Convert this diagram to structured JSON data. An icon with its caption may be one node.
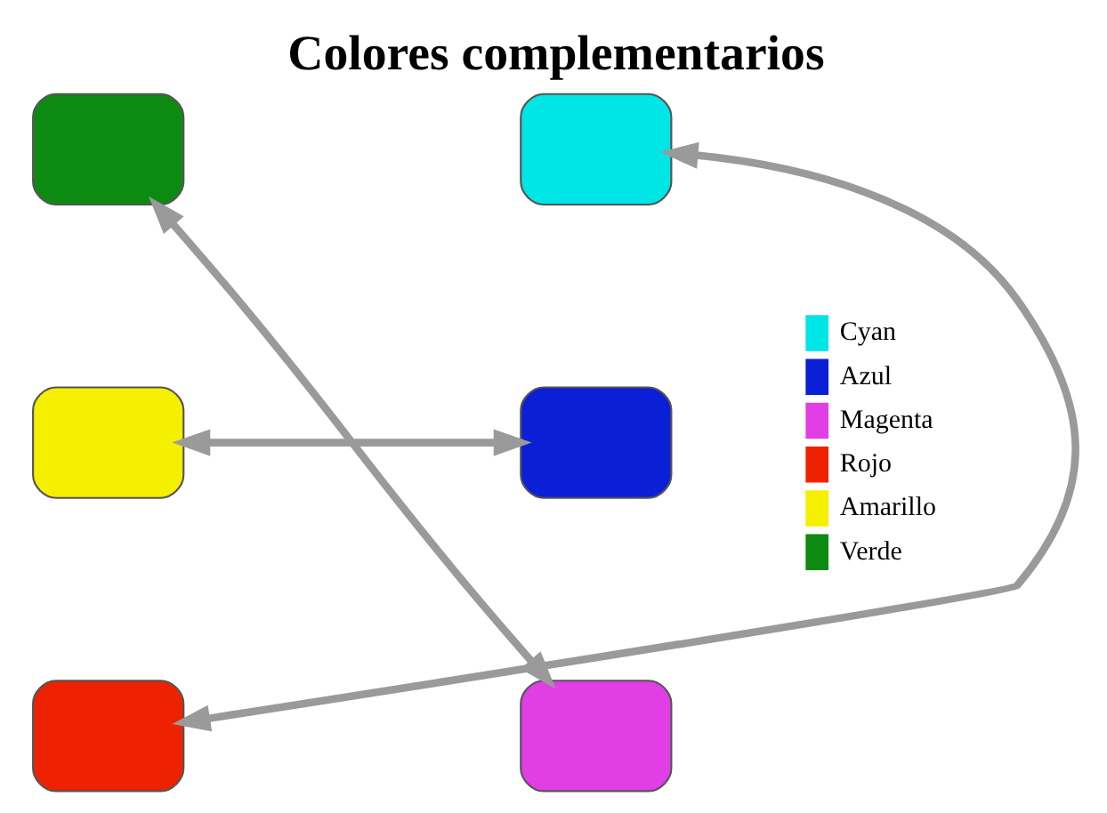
{
  "diagram": {
    "title": "Colores complementarios",
    "nodes": [
      {
        "text": [],
        "shape": "box"
      },
      {
        "text": [],
        "shape": "box"
      },
      {
        "text": [],
        "shape": "box"
      },
      {
        "text": [],
        "shape": "box"
      },
      {
        "text": [],
        "shape": "box"
      },
      {
        "text": [],
        "shape": "box"
      }
    ],
    "edges": [
      {
        "from": 2,
        "to": 3,
        "arrow": "both"
      },
      {
        "from": 0,
        "to": 5,
        "arrow": "both"
      },
      {
        "from": 1,
        "to": 4,
        "arrow": "both"
      }
    ],
    "legend": [
      {
        "text": "Cyan",
        "color": "#00e5e5"
      },
      {
        "text": "Azul",
        "color": "#0a1fd6"
      },
      {
        "text": "Magenta",
        "color": "#e23ee6"
      },
      {
        "text": "Rojo",
        "color": "#ee2200"
      },
      {
        "text": "Amarillo",
        "color": "#f5ef00"
      },
      {
        "text": "Verde",
        "color": "#0d8a12"
      }
    ]
  }
}
